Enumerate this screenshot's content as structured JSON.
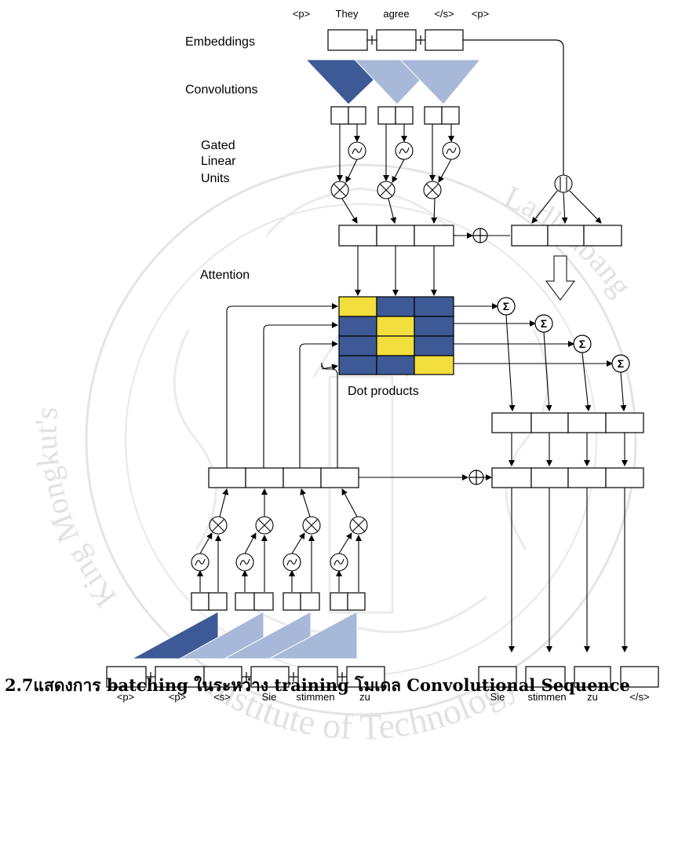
{
  "diagram": {
    "top_tokens": [
      "<p>",
      "They",
      "agree",
      "</s>",
      "<p>"
    ],
    "left_labels": {
      "embeddings": "Embeddings",
      "convolutions": "Convolutions",
      "glu_line1": "Gated",
      "glu_line2": "Linear",
      "glu_line3": "Units",
      "attention": "Attention",
      "dot_products": "Dot products"
    },
    "sum_symbol": "Σ",
    "source_tokens": [
      "<p>",
      "<p>",
      "<s>",
      "Sie",
      "stimmen",
      "zu"
    ],
    "output_tokens": [
      "Sie",
      "stimmen",
      "zu",
      "</s>"
    ],
    "colors": {
      "dark_blue": "#3d5a96",
      "light_blue": "#a8b8d8",
      "yellow": "#f2de3c"
    }
  },
  "watermark": {
    "left_arc": "King Mongkut's",
    "right_arc": "Ladkrabang",
    "bottom_arc": "Institute of Technology"
  },
  "caption": "2.7แสดงการ batching ในระหว่าง training โมเดล Convolutional Sequence"
}
